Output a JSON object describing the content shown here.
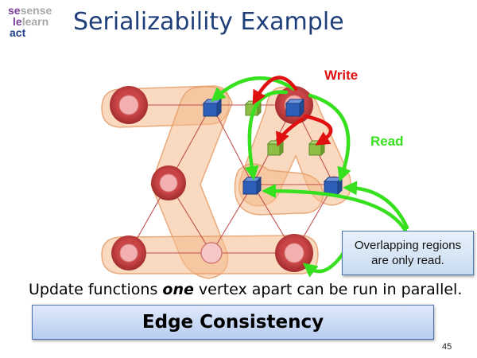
{
  "logo": {
    "line1": "sense",
    "line2": "learn",
    "line3": "act",
    "colors": {
      "purple": "#7a3f9a",
      "gray": "#a8a8a8",
      "blue": "#1f3f8a"
    }
  },
  "title": "Serializability Example",
  "diagram": {
    "write_label": "Write",
    "read_label": "Read",
    "colors": {
      "write_arrow": "#e01010",
      "read_arrow": "#37e01f",
      "region_fill": "#f4b98a",
      "vertex_ring": "#c0393b",
      "vertex_core": "#f3b0b0",
      "data_vertex": "#2e5fb8",
      "data_edge": "#7fae3a"
    }
  },
  "callout": {
    "line1": "Overlapping regions",
    "line2": "are only read."
  },
  "statement": {
    "before": "Update functions ",
    "emph": "one",
    "after": " vertex apart can be run in parallel."
  },
  "banner": "Edge Consistency",
  "page_number": "45"
}
